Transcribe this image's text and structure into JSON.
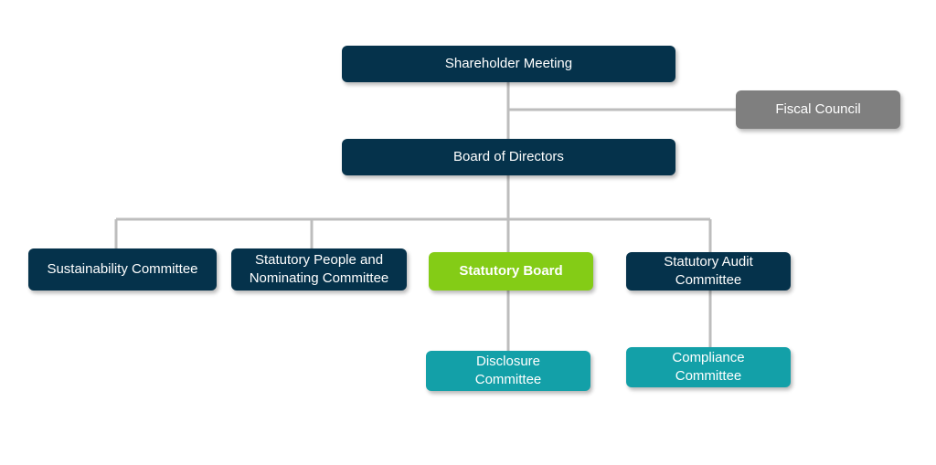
{
  "org_chart": {
    "shareholder_meeting": "Shareholder Meeting",
    "fiscal_council": "Fiscal Council",
    "board_of_directors": "Board of Directors",
    "sustainability_committee": "Sustainability Committee",
    "statutory_people_line1": "Statutory People and",
    "statutory_people_line2": "Nominating Committee",
    "statutory_board": "Statutory Board",
    "statutory_audit_line1": "Statutory Audit",
    "statutory_audit_line2": "Committee",
    "disclosure_line1": "Disclosure",
    "disclosure_line2": "Committee",
    "compliance_line1": "Compliance",
    "compliance_line2": "Committee"
  },
  "colors": {
    "navy": "#05324b",
    "gray": "#7f7f7f",
    "green": "#84cc16",
    "teal": "#13a0a8",
    "connector": "#bdbdbd"
  }
}
